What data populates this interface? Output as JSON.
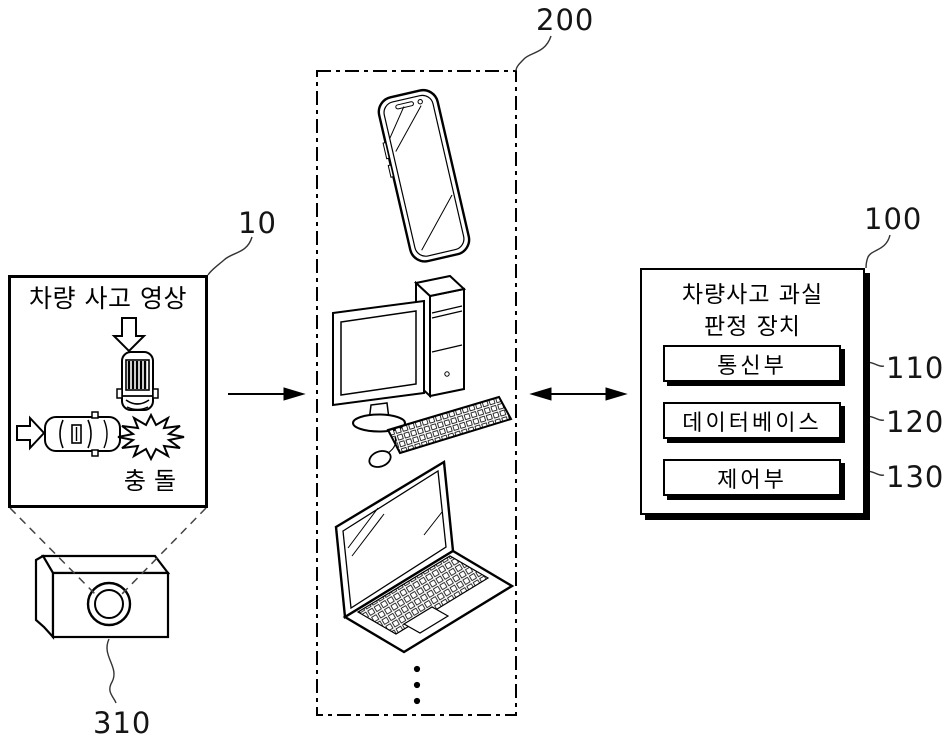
{
  "figure": {
    "background_color": "#ffffff",
    "line_color": "#000000"
  },
  "accident_video_box": {
    "ref_label": "10",
    "title": "차량 사고 영상",
    "collision_label": "충돌",
    "icons": [
      "down-block-arrow",
      "car-top-rear-view",
      "right-block-arrow",
      "car-top-view",
      "collision-starburst"
    ]
  },
  "camera": {
    "ref_label": "310",
    "icon": "dashcam-camera"
  },
  "user_terminals_box": {
    "ref_label": "200",
    "devices": [
      "smartphone",
      "desktop-computer",
      "laptop"
    ],
    "more_indicator": "vertical-ellipsis"
  },
  "connections": {
    "video_to_terminals": "single-arrow-right",
    "terminals_to_apparatus": "double-headed-arrow"
  },
  "apparatus_box": {
    "ref_label": "100",
    "title_line1": "차량사고 과실",
    "title_line2": "판정 장치",
    "modules": [
      {
        "label": "통신부",
        "ref_label": "110"
      },
      {
        "label": "데이터베이스",
        "ref_label": "120"
      },
      {
        "label": "제어부",
        "ref_label": "130"
      }
    ]
  }
}
